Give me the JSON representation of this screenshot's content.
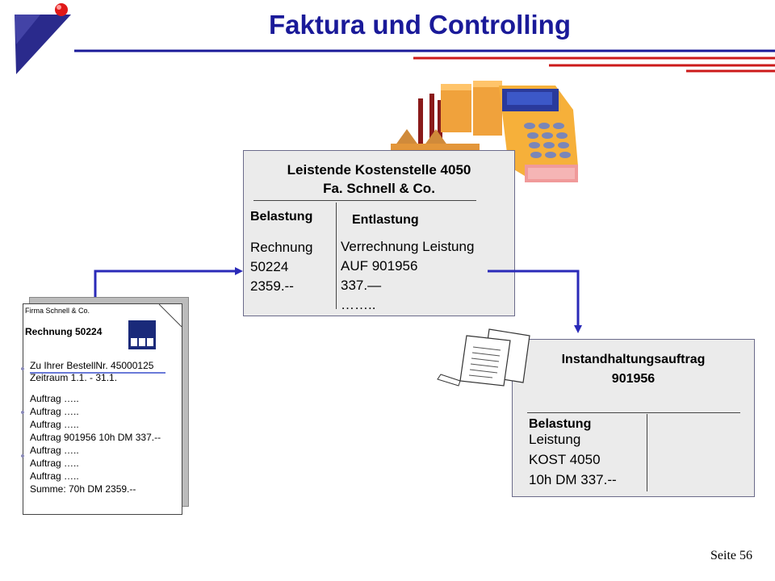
{
  "header": {
    "title": "Faktura und Controlling",
    "page_label": "Seite 56"
  },
  "cost_center": {
    "title_line1": "Leistende Kostenstelle 4050",
    "title_line2": "Fa. Schnell & Co.",
    "debit_label": "Belastung",
    "credit_label": "Entlastung",
    "debit_lines": [
      "Rechnung",
      "50224",
      "2359.--"
    ],
    "credit_lines": [
      "Verrechnung Leistung",
      "AUF 901956",
      "337.—",
      "…….."
    ]
  },
  "order": {
    "title_line1": "Instandhaltungsauftrag",
    "title_line2": "901956",
    "debit_label": "Belastung",
    "lines": [
      "Leistung",
      "KOST 4050",
      "10h  DM 337.--"
    ]
  },
  "invoice": {
    "company": "Firma Schnell & Co.",
    "title": "Rechnung 50224",
    "ref_line": "Zu Ihrer BestellNr. 45000125",
    "period_line": "Zeitraum 1.1. - 31.1.",
    "lines": [
      "Auftrag …..",
      "Auftrag …..",
      "Auftrag …..",
      "Auftrag 901956  10h  DM 337.--",
      "Auftrag …..",
      "Auftrag …..",
      "Auftrag …..",
      "Summe:             70h DM 2359.--"
    ]
  }
}
